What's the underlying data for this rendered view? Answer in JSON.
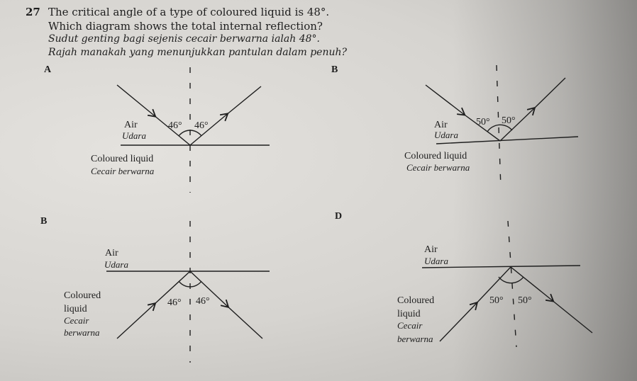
{
  "question": {
    "number": "27",
    "line1": "The critical angle of a type of coloured liquid is 48°.",
    "line2": "Which diagram shows the total internal reflection?",
    "line3": "Sudut genting bagi sejenis cecair berwarna ialah 48°.",
    "line4": "Rajah manakah yang menunjukkan pantulan dalam penuh?"
  },
  "options": [
    {
      "letter": "A",
      "air": "Air",
      "udara": "Udara",
      "liquid": "Coloured liquid",
      "cecair": "Cecair berwarna",
      "angle_left": "46°",
      "angle_right": "46°",
      "ray_side": "air"
    },
    {
      "letter": "B",
      "air": "Air",
      "udara": "Udara",
      "liquid": "Coloured liquid",
      "cecair": "Cecair berwarna",
      "angle_left": "50°",
      "angle_right": "50°",
      "ray_side": "air"
    },
    {
      "letter": "B",
      "air": "Air",
      "udara": "Udara",
      "liquid1": "Coloured",
      "liquid2": "liquid",
      "cecair1": "Cecair",
      "cecair2": "berwarna",
      "angle_left": "46°",
      "angle_right": "46°",
      "ray_side": "liquid"
    },
    {
      "letter": "D",
      "air": "Air",
      "udara": "Udara",
      "liquid1": "Coloured",
      "liquid2": "liquid",
      "cecair1": "Cecair",
      "cecair2": "berwarna",
      "angle_left": "50°",
      "angle_right": "50°",
      "ray_side": "liquid"
    }
  ]
}
